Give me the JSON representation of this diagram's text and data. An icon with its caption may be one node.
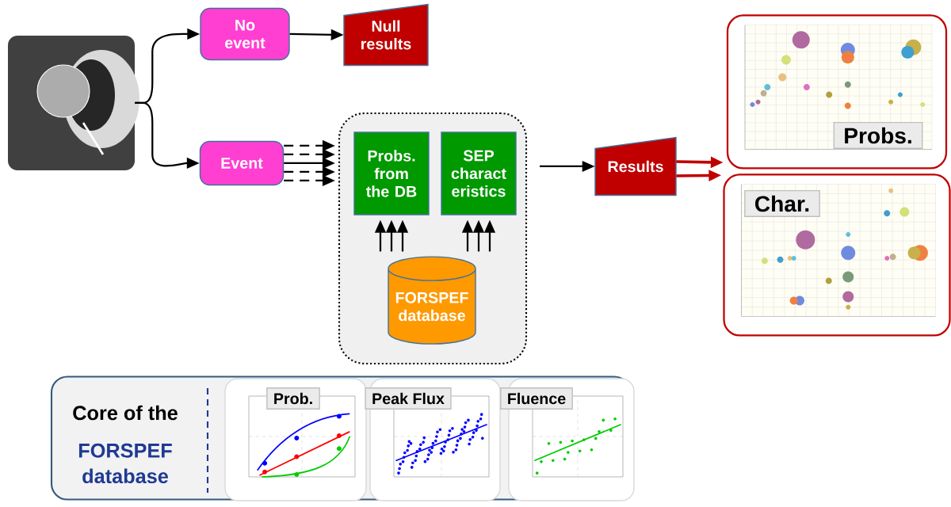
{
  "diagram": {
    "nodes": [
      {
        "text": [],
        "shape": "picture"
      },
      {
        "text": [
          "No event"
        ]
      },
      {
        "text": [
          "Null results"
        ]
      },
      {
        "text": [
          "Event"
        ]
      },
      {
        "text": [],
        "shape": "box"
      },
      {
        "text": [
          "Probs. from the DB"
        ],
        "in": 4
      },
      {
        "text": [
          "SEP charact eristics"
        ],
        "in": 4
      },
      {
        "text": [
          "FORSPEF database"
        ],
        "in": 4
      },
      {
        "text": [
          "Results"
        ]
      },
      {
        "text": [
          "Probs."
        ]
      },
      {
        "text": [
          "Char."
        ]
      },
      {
        "text": [
          "Core of the",
          "FORSPEF database"
        ]
      },
      {
        "text": [
          "Prob."
        ],
        "in": 11
      },
      {
        "text": [
          "Peak Flux"
        ],
        "in": 11
      },
      {
        "text": [
          "Fluence"
        ],
        "in": 11
      }
    ],
    "edges": [
      {
        "from": 0,
        "to": 1,
        "arrow": "to"
      },
      {
        "from": 0,
        "to": 3,
        "arrow": "to"
      },
      {
        "from": 1,
        "to": 2,
        "arrow": "to"
      },
      {
        "from": 3,
        "to": 4,
        "arrow": "to",
        "style": "dashed"
      },
      {
        "from": 3,
        "to": 4,
        "arrow": "to",
        "style": "dashed"
      },
      {
        "from": 3,
        "to": 4,
        "arrow": "to"
      },
      {
        "from": 3,
        "to": 4,
        "arrow": "to",
        "style": "dashed"
      },
      {
        "from": 3,
        "to": 4,
        "arrow": "to",
        "style": "dashed"
      },
      {
        "from": 7,
        "to": 5,
        "arrow": "to"
      },
      {
        "from": 7,
        "to": 5,
        "arrow": "to"
      },
      {
        "from": 7,
        "to": 5,
        "arrow": "to"
      },
      {
        "from": 7,
        "to": 6,
        "arrow": "to"
      },
      {
        "from": 7,
        "to": 6,
        "arrow": "to"
      },
      {
        "from": 7,
        "to": 6,
        "arrow": "to"
      },
      {
        "from": 4,
        "to": 8,
        "arrow": "to"
      },
      {
        "from": 8,
        "to": 9,
        "arrow": "to",
        "color": "#c00000"
      },
      {
        "from": 8,
        "to": 10,
        "arrow": "to",
        "color": "#c00000"
      }
    ]
  }
}
